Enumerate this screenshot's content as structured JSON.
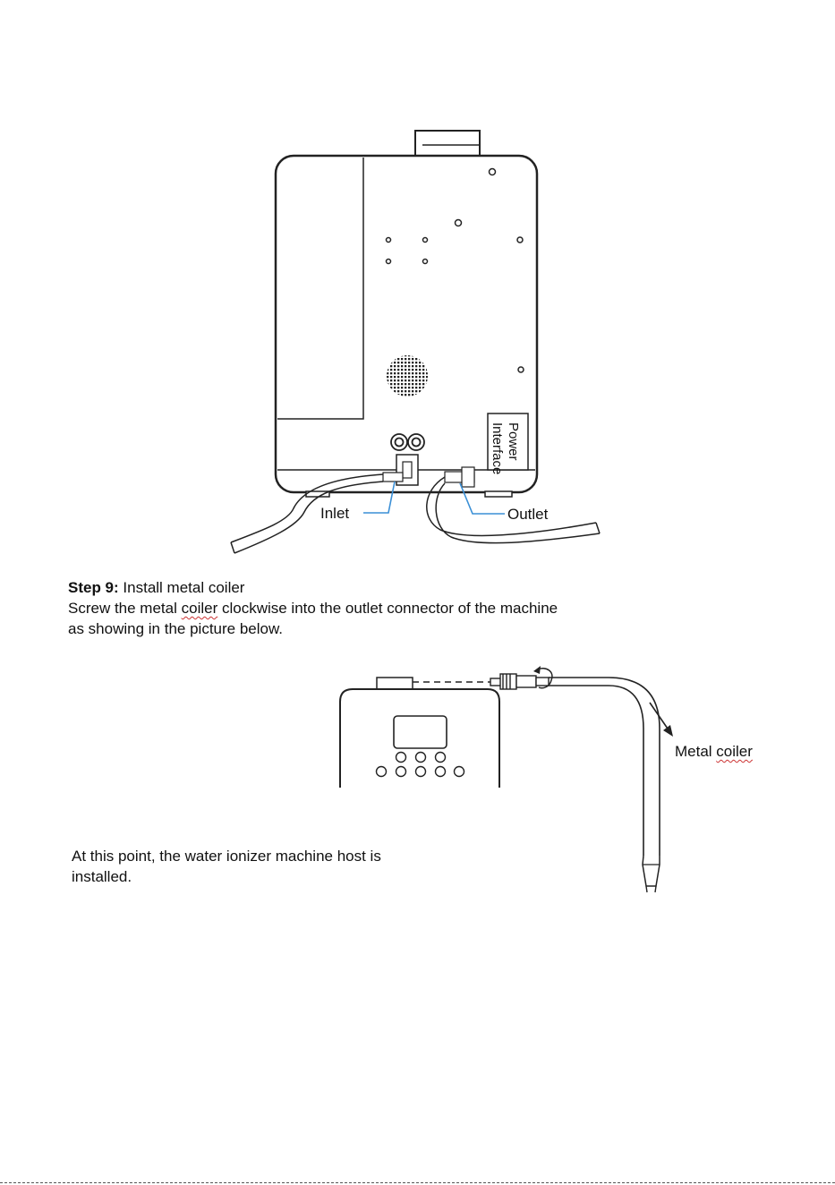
{
  "figure1": {
    "labels": {
      "power_line1": "Power",
      "power_line2": "Interface",
      "inlet": "Inlet",
      "outlet": "Outlet"
    }
  },
  "step9": {
    "title_bold": "Step 9:",
    "title_text": "Install metal coiler",
    "body_line1_pre": "Screw the metal ",
    "body_line1_coiler": "coiler",
    "body_line1_post": " clockwise into the outlet connector of the machine",
    "body_line2": "as showing in the picture below."
  },
  "figure2": {
    "labels": {
      "metal": "Metal ",
      "coiler": "coiler"
    }
  },
  "conclusion": {
    "line1": "At this point, the water ionizer machine host is",
    "line2": "installed."
  },
  "colors": {
    "callout_line": "#3a8fd6",
    "ink": "#222222",
    "spell_underline": "#cc3333"
  }
}
